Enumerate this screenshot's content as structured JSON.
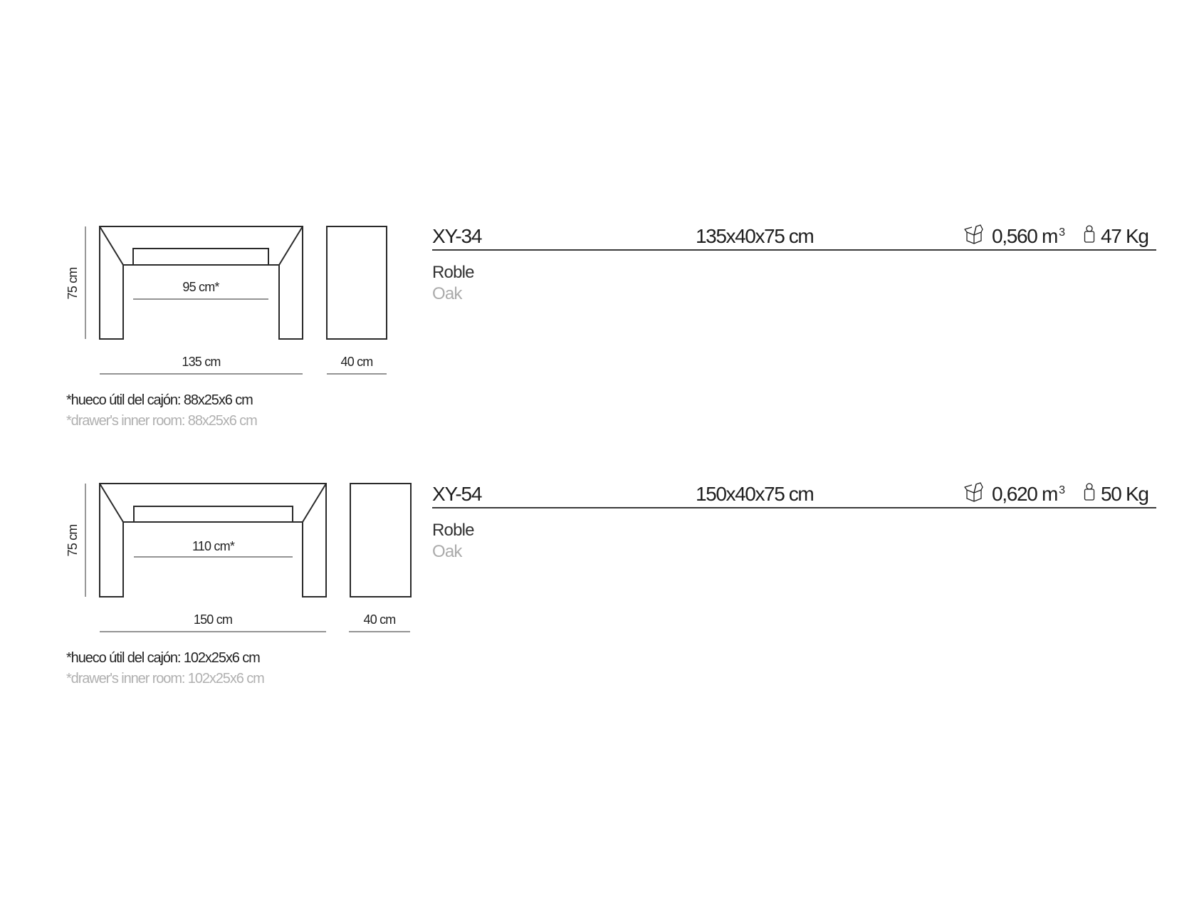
{
  "products": [
    {
      "code": "XY-34",
      "dimensions": "135x40x75 cm",
      "volume_value": "0,560 m",
      "volume_unit_sup": "3",
      "weight": "47 Kg",
      "material_es": "Roble",
      "material_en": "Oak",
      "icons": {
        "volume": "open-box-icon",
        "weight": "weight-icon"
      },
      "drawing": {
        "height_label": "75 cm",
        "inner_width_label": "95 cm*",
        "width_label": "135 cm",
        "depth_label": "40 cm"
      },
      "note_es": "*hueco útil del cajón: 88x25x6 cm",
      "note_en": "*drawer's inner room: 88x25x6 cm"
    },
    {
      "code": "XY-54",
      "dimensions": "150x40x75 cm",
      "volume_value": "0,620 m",
      "volume_unit_sup": "3",
      "weight": "50 Kg",
      "material_es": "Roble",
      "material_en": "Oak",
      "icons": {
        "volume": "open-box-icon",
        "weight": "weight-icon"
      },
      "drawing": {
        "height_label": "75 cm",
        "inner_width_label": "110 cm*",
        "width_label": "150 cm",
        "depth_label": "40 cm"
      },
      "note_es": "*hueco útil del cajón: 102x25x6 cm",
      "note_en": "*drawer's inner room: 102x25x6 cm"
    }
  ],
  "colors": {
    "line": "#2a2a2a",
    "text": "#1e1e1e",
    "secondary_text": "#ababab"
  }
}
